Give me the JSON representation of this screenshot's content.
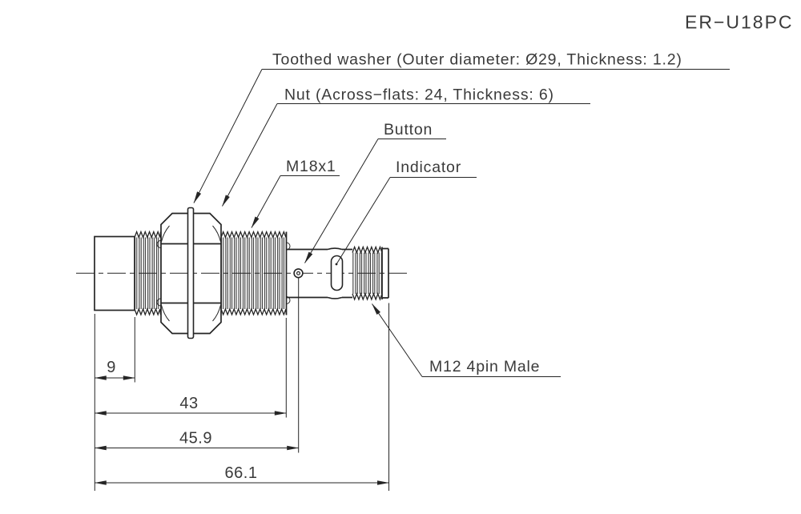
{
  "drawing": {
    "title": "ER−U18PC",
    "labels": {
      "toothed_washer": "Toothed washer (Outer diameter: Ø29, Thickness: 1.2)",
      "nut": "Nut (Across−flats: 24, Thickness: 6)",
      "button": "Button",
      "thread_spec": "M18x1",
      "indicator": "Indicator",
      "connector": "M12 4pin Male"
    },
    "dimensions": {
      "sensing_head_length": "9",
      "thread_length": "43",
      "to_button": "45.9",
      "total_length": "66.1"
    },
    "colors": {
      "line": "#252525",
      "background": "#ffffff"
    }
  }
}
